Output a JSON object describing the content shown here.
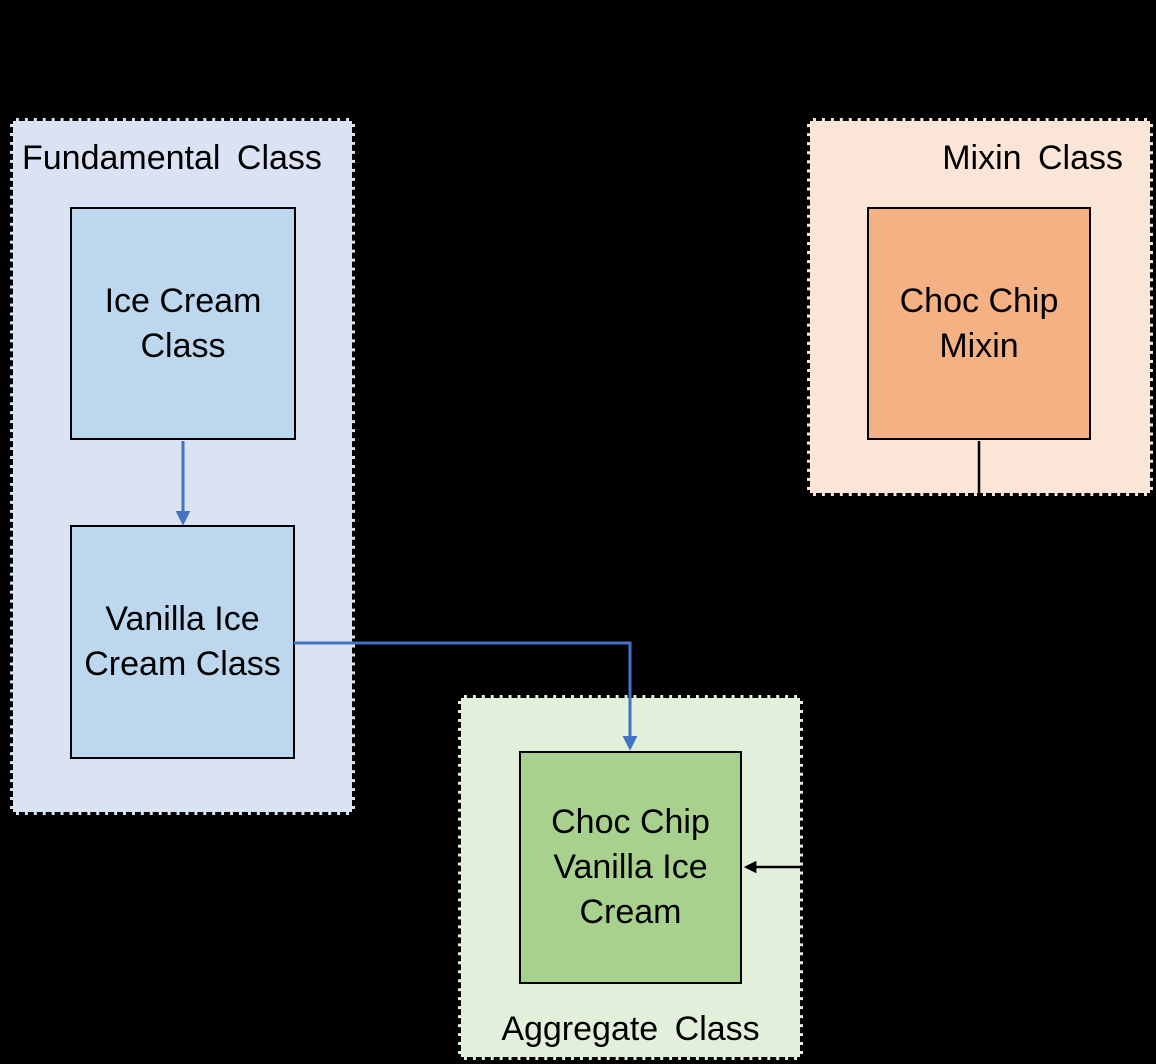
{
  "page": {
    "background_color": "#000000"
  },
  "diagram": {
    "fundamental_group": {
      "label": "Fundamental Class",
      "container_fill": "#dae3f3",
      "box_fill": "#bdd7ee",
      "ice_cream_box_text": "Ice Cream\nClass",
      "vanilla_box_text": "Vanilla Ice\nCream Class"
    },
    "mixin_group": {
      "label": "Mixin Class",
      "container_fill": "#fbe5d6",
      "box_fill": "#f4b183",
      "choc_chip_box_text": "Choc Chip\nMixin"
    },
    "aggregate_group": {
      "label": "Aggregate Class",
      "container_fill": "#e2efda",
      "box_fill": "#a9d18e",
      "choc_chip_vanilla_box_text": "Choc Chip\nVanilla Ice\nCream"
    },
    "connectors": {
      "ice_cream_to_vanilla": {
        "color": "#4472c4"
      },
      "vanilla_to_aggregate": {
        "color": "#4472c4"
      },
      "mixin_to_aggregate": {
        "color": "#000000"
      }
    },
    "outline_color": "#000000"
  }
}
